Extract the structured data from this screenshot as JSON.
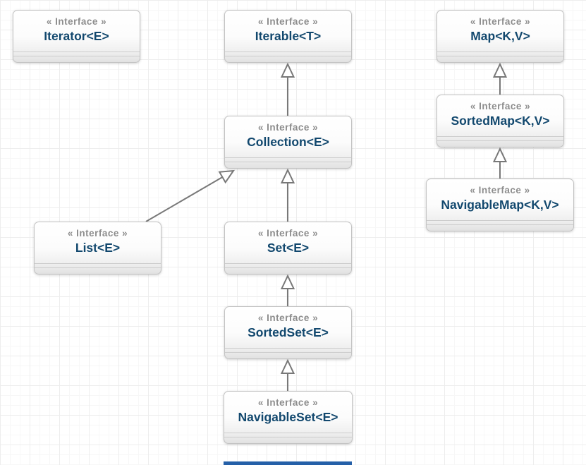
{
  "stereotype_label": "« Interface »",
  "nodes": [
    {
      "id": "iterator",
      "stereotype": "« Interface »",
      "name": "Iterator<E>"
    },
    {
      "id": "iterable",
      "stereotype": "« Interface »",
      "name": "Iterable<T>"
    },
    {
      "id": "map",
      "stereotype": "« Interface »",
      "name": "Map<K,V>"
    },
    {
      "id": "sortedmap",
      "stereotype": "« Interface »",
      "name": "SortedMap<K,V>"
    },
    {
      "id": "collection",
      "stereotype": "« Interface »",
      "name": "Collection<E>"
    },
    {
      "id": "navigablemap",
      "stereotype": "« Interface »",
      "name": "NavigableMap<K,V>"
    },
    {
      "id": "list",
      "stereotype": "« Interface »",
      "name": "List<E>"
    },
    {
      "id": "set",
      "stereotype": "« Interface »",
      "name": "Set<E>"
    },
    {
      "id": "sortedset",
      "stereotype": "« Interface »",
      "name": "SortedSet<E>"
    },
    {
      "id": "navigableset",
      "stereotype": "« Interface »",
      "name": "NavigableSet<E>"
    }
  ],
  "edges": [
    {
      "from": "Collection<E>",
      "to": "Iterable<T>",
      "type": "generalization"
    },
    {
      "from": "List<E>",
      "to": "Collection<E>",
      "type": "generalization"
    },
    {
      "from": "Set<E>",
      "to": "Collection<E>",
      "type": "generalization"
    },
    {
      "from": "SortedSet<E>",
      "to": "Set<E>",
      "type": "generalization"
    },
    {
      "from": "NavigableSet<E>",
      "to": "SortedSet<E>",
      "type": "generalization"
    },
    {
      "from": "SortedMap<K,V>",
      "to": "Map<K,V>",
      "type": "generalization"
    },
    {
      "from": "NavigableMap<K,V>",
      "to": "SortedMap<K,V>",
      "type": "generalization"
    }
  ],
  "colors": {
    "interface_name": "#12486e",
    "stereotype_text": "#8d8d8d",
    "connector": "#787878",
    "node_border": "#c3c3c3",
    "grid_minor": "#f7f7f7",
    "grid_major": "#ededed",
    "selection_bar": "#2560a8"
  }
}
